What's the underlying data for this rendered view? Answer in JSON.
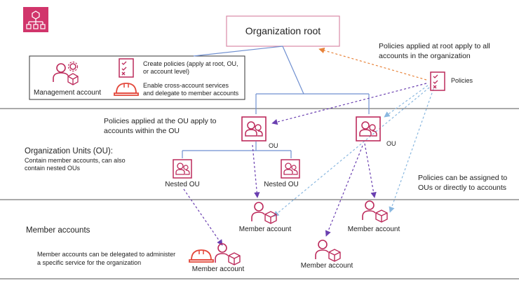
{
  "root": {
    "title": "Organization root"
  },
  "management": {
    "label": "Management account",
    "create_policies": [
      "Create policies (apply at root, OU,",
      "or account level)"
    ],
    "enable_services": [
      "Enable cross-account services",
      "and delegate to member accounts"
    ]
  },
  "policies": {
    "label": "Policies",
    "root_note": [
      "Policies applied at root apply to all",
      "accounts in the organization"
    ],
    "ou_note": [
      "Policies applied at the OU apply to",
      "accounts within the OU"
    ],
    "assign_note": [
      "Policies can be assigned to",
      "OUs or directly to accounts"
    ]
  },
  "ou_section": {
    "heading": "Organization Units (OU):",
    "desc": [
      "Contain member accounts, can also",
      "contain nested OUs"
    ],
    "ou_label": "OU",
    "nested_label": "Nested OU"
  },
  "member_section": {
    "heading": "Member accounts",
    "delegate_note": [
      "Member accounts can be delegated to administer",
      "a specific service for the organization"
    ],
    "account_label": "Member account"
  },
  "colors": {
    "accent": "#bc2a5b",
    "org_badge": "#d1356b",
    "orange_arrow": "#e8833a",
    "purple_arrow": "#6a3fb0",
    "blue_arrow": "#8ab8e0",
    "tree_line": "#6f8fd0"
  }
}
